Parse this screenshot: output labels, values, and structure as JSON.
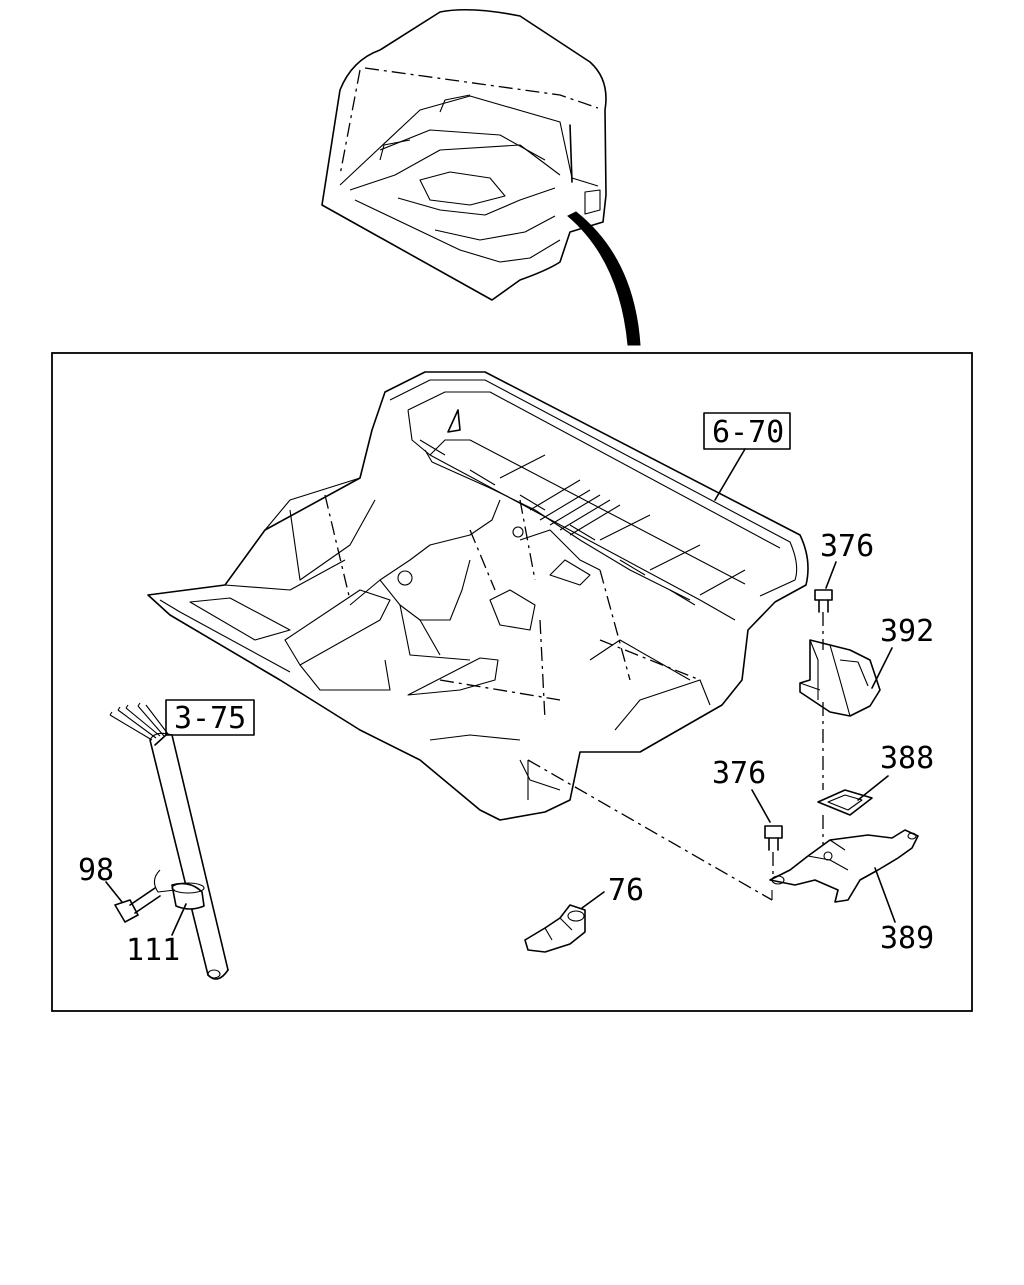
{
  "callouts": {
    "ref_floor": "6-70",
    "ref_harness": "3-75",
    "part_376_top": "376",
    "part_392": "392",
    "part_376_mid": "376",
    "part_388": "388",
    "part_389": "389",
    "part_98": "98",
    "part_111": "111",
    "part_76": "76"
  }
}
